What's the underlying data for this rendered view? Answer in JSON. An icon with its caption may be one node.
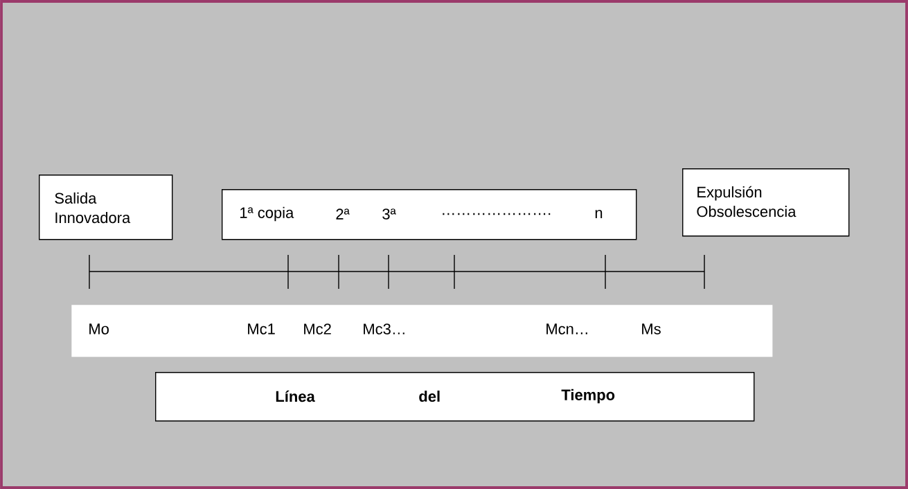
{
  "diagram": {
    "nodes": [
      {
        "text": [
          "Salida Innovadora"
        ]
      },
      {
        "text": [
          "1ª copia",
          "2ª",
          "3ª",
          "………………….",
          "n"
        ]
      },
      {
        "text": [
          "Expulsión Obsolescencia"
        ]
      },
      {
        "text": [
          "Mo",
          "Mc1",
          "Mc2",
          "Mc3…",
          "Mcn…",
          "Ms"
        ]
      },
      {
        "text": [
          "Línea",
          "del",
          "Tiempo"
        ]
      }
    ]
  }
}
